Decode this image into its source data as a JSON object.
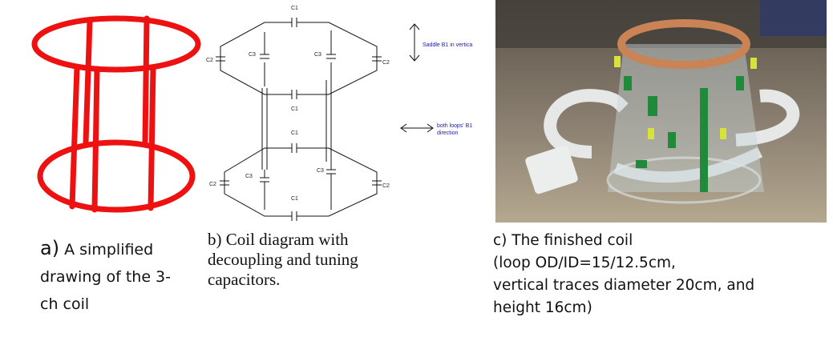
{
  "panel_a": {
    "caption_label": "a)",
    "caption_lines": [
      "A simplified",
      "drawing of the 3-",
      "ch coil"
    ],
    "drawing_color": "#ee1111"
  },
  "panel_b": {
    "caption_lines": [
      "b) Coil diagram with",
      "decoupling and tuning",
      "capacitors."
    ],
    "capacitor_labels": {
      "top_loop": [
        "C1",
        "C2",
        "C3",
        "C3",
        "C2",
        "C1"
      ],
      "bottom_loop": [
        "C1",
        "C2",
        "C3",
        "C3",
        "C2",
        "C1"
      ]
    },
    "annotations": {
      "saddle": "Saddle B1 in vertica",
      "loops_line1": "both loops' B1",
      "loops_line2": "direction"
    },
    "annotation_color": "#1a1aa8"
  },
  "panel_c": {
    "caption_lines": [
      "c) The finished coil",
      "(loop OD/ID=15/12.5cm,",
      "vertical traces diameter 20cm, and",
      "height 16cm)"
    ],
    "photo_description": "Photograph of the assembled acrylic coil former with copper loop, circuit boards and grey cable"
  }
}
